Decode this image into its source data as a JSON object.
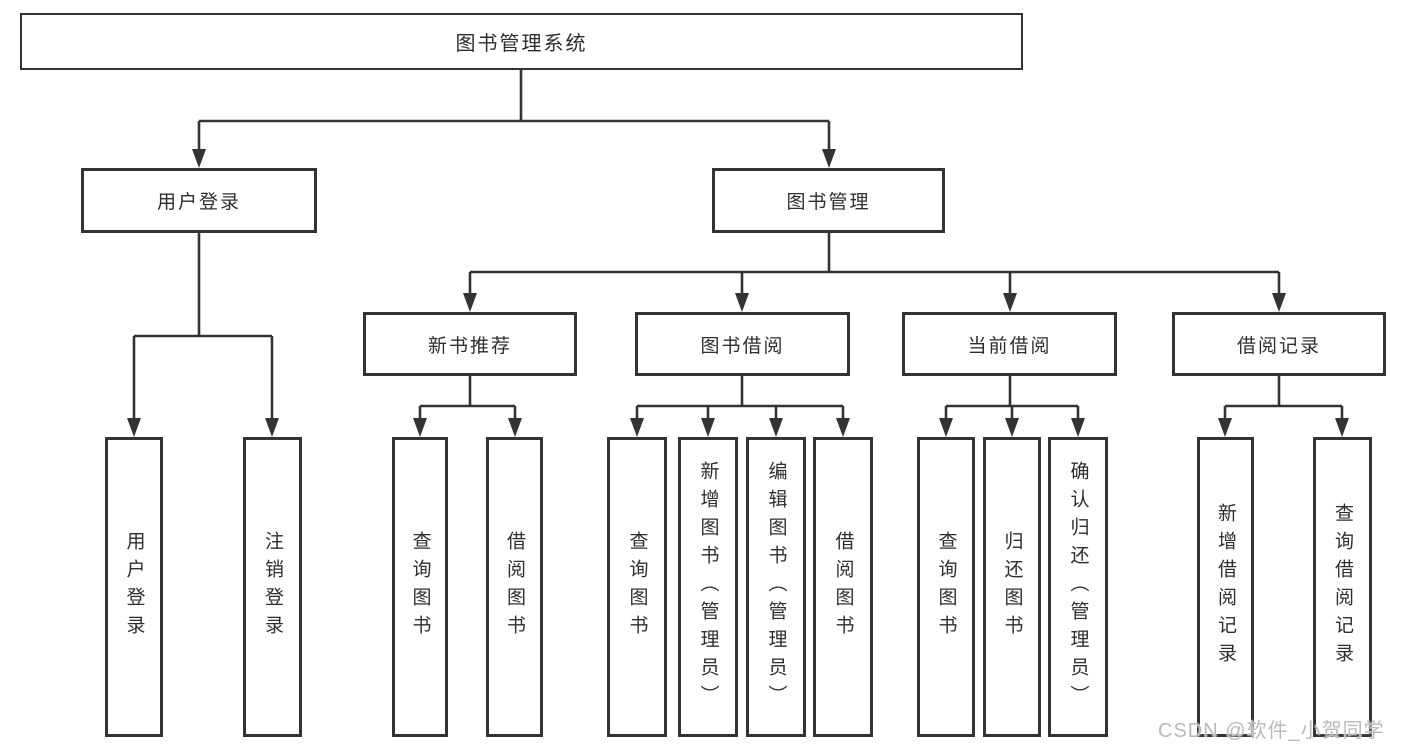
{
  "colors": {
    "line": "#333333",
    "box_border": "#333333",
    "text": "#2e2e2e",
    "background": "#ffffff",
    "watermark_text": "#b9b9b9"
  },
  "watermark": "CSDN @软件_小贺同学",
  "tree": {
    "root": {
      "label": "图书管理系统"
    },
    "branches": [
      {
        "label": "用户登录",
        "children": [
          {
            "label": "用户登录"
          },
          {
            "label": "注销登录"
          }
        ]
      },
      {
        "label": "图书管理",
        "children": [
          {
            "label": "新书推荐",
            "children": [
              {
                "label": "查询图书"
              },
              {
                "label": "借阅图书"
              }
            ]
          },
          {
            "label": "图书借阅",
            "children": [
              {
                "label": "查询图书"
              },
              {
                "label": "新增图书（管理员）"
              },
              {
                "label": "编辑图书（管理员）"
              },
              {
                "label": "借阅图书"
              }
            ]
          },
          {
            "label": "当前借阅",
            "children": [
              {
                "label": "查询图书"
              },
              {
                "label": "归还图书"
              },
              {
                "label": "确认归还（管理员）"
              }
            ]
          },
          {
            "label": "借阅记录",
            "children": [
              {
                "label": "新增借阅记录"
              },
              {
                "label": "查询借阅记录"
              }
            ]
          }
        ]
      }
    ]
  }
}
